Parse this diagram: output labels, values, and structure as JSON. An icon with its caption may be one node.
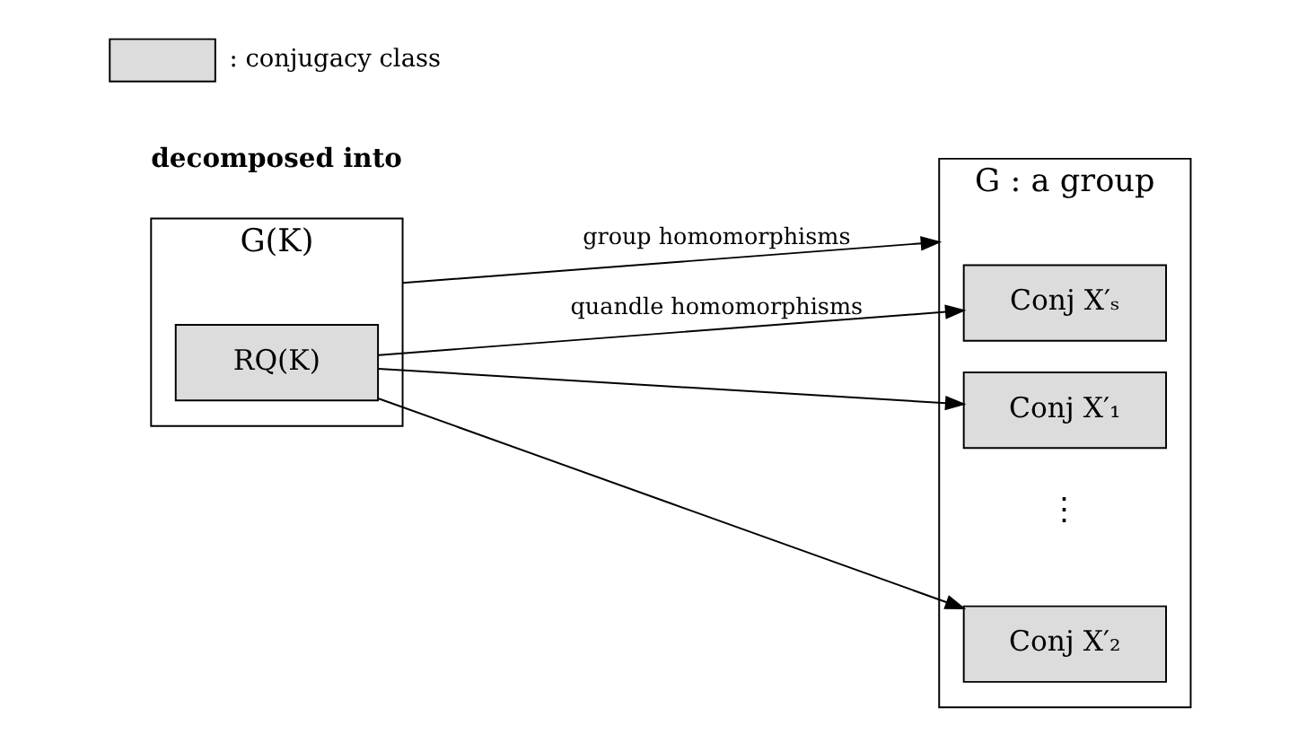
{
  "diagram": {
    "nodes": [
      {
        "text": [
          "G(K)"
        ]
      },
      {
        "text": [
          "RQ(K)"
        ],
        "in": 0
      },
      {
        "text": [
          "G : a group"
        ]
      },
      {
        "text": [
          "Conj X′₁"
        ],
        "in": 2
      },
      {
        "text": [
          "Conj X′₂"
        ],
        "in": 2
      },
      {
        "text": [
          "Conj X′ₛ"
        ],
        "in": 2
      }
    ],
    "edges": [
      {
        "from": 0,
        "to": 2,
        "arrow": "to",
        "label": "group homomorphisms"
      },
      {
        "from": 1,
        "to": 3,
        "arrow": "to"
      },
      {
        "from": 1,
        "to": 4,
        "arrow": "to"
      },
      {
        "from": 1,
        "to": 5,
        "arrow": "to",
        "label": "quandle homomorphisms"
      }
    ],
    "labels": [
      "decomposed into",
      "⋮"
    ],
    "legend": [
      {
        "text": ": conjugacy class"
      }
    ]
  }
}
